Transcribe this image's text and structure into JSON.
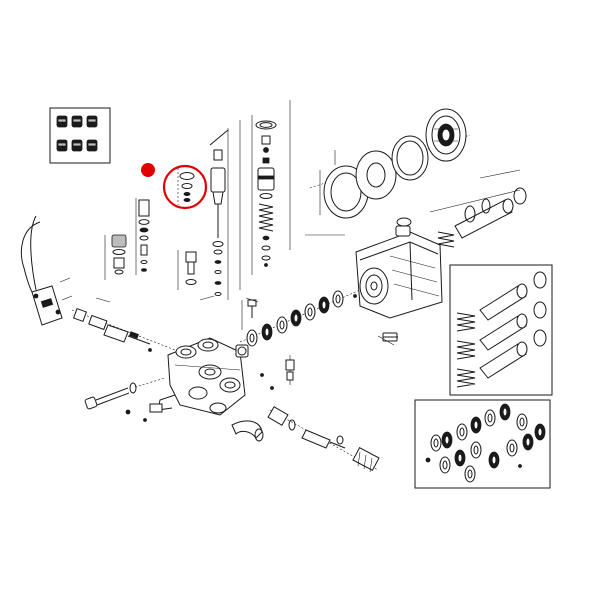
{
  "diagram": {
    "type": "exploded-parts-view",
    "highlight": {
      "shape": "circle",
      "color": "#e00000",
      "marker": "dot"
    },
    "line_color": "#1a1a1a",
    "background": "#ffffff"
  }
}
